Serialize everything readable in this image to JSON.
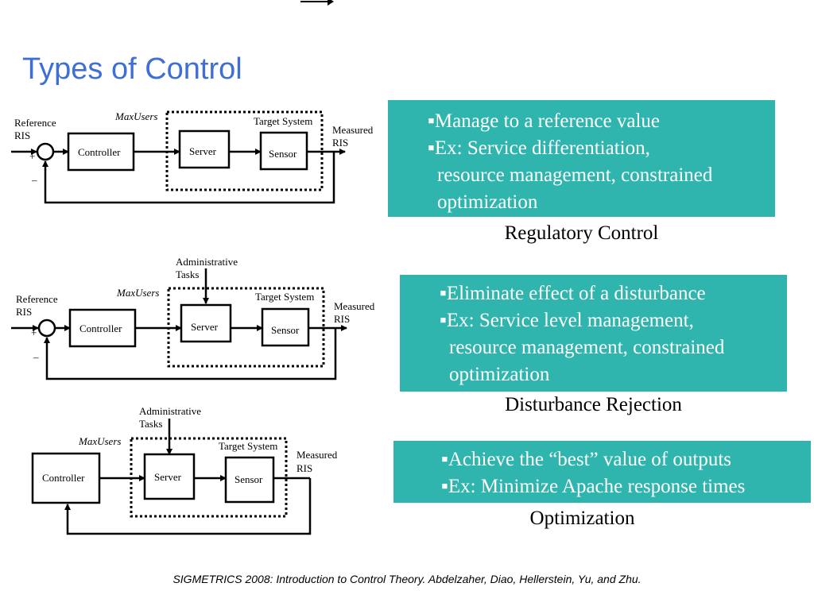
{
  "slide": {
    "title": "Types of Control",
    "footer": "SIGMETRICS 2008: Introduction to Control Theory. Abdelzaher, Diao, Hellerstein, Yu, and Zhu."
  },
  "labels": {
    "reference_1": "Reference",
    "reference_2": "RIS",
    "measured_1": "Measured",
    "measured_2": "RIS",
    "max_users": "MaxUsers",
    "target_system": "Target System",
    "controller": "Controller",
    "server": "Server",
    "sensor": "Sensor",
    "plus": "+",
    "minus": "–",
    "admin_1": "Administrative",
    "admin_2": "Tasks"
  },
  "sections": {
    "regulatory": {
      "lines": [
        "▪Manage to a reference value",
        "▪Ex: Service differentiation,",
        "resource management, constrained",
        "optimization"
      ],
      "caption": "Regulatory Control"
    },
    "disturbance": {
      "lines": [
        "▪Eliminate effect of a disturbance",
        "▪Ex: Service level management,",
        "resource management, constrained",
        "optimization"
      ],
      "caption": "Disturbance Rejection"
    },
    "optimization": {
      "lines": [
        "▪Achieve the “best” value of outputs",
        "▪Ex: Minimize Apache response times"
      ],
      "caption": "Optimization"
    }
  },
  "colors": {
    "title": "#3f6fd6",
    "box_bg": "#2fb5ad",
    "box_text": "#ffffff"
  }
}
